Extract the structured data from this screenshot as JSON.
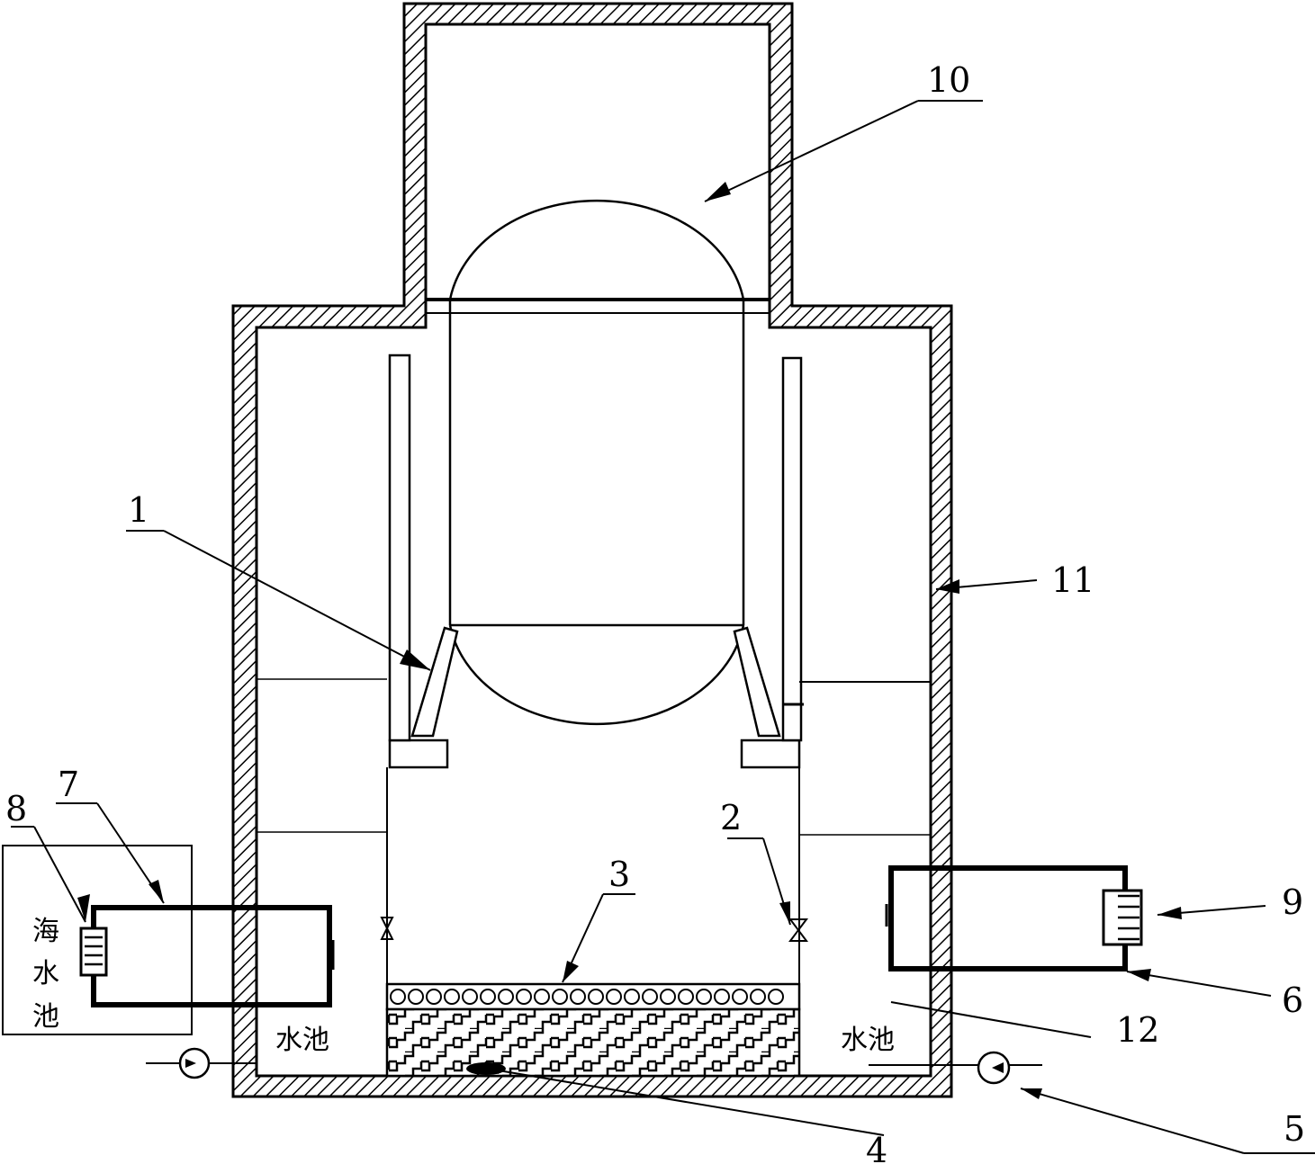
{
  "colors": {
    "line": "#000000",
    "background": "#ffffff"
  },
  "labels": {
    "l1": "1",
    "l2": "2",
    "l3": "3",
    "l4": "4",
    "l5": "5",
    "l6": "6",
    "l7": "7",
    "l8": "8",
    "l9": "9",
    "l10": "10",
    "l11": "11",
    "l12": "12"
  },
  "text": {
    "pool_left": "水池",
    "pool_right": "水池",
    "seawater_1": "海",
    "seawater_2": "水",
    "seawater_3": "池"
  }
}
